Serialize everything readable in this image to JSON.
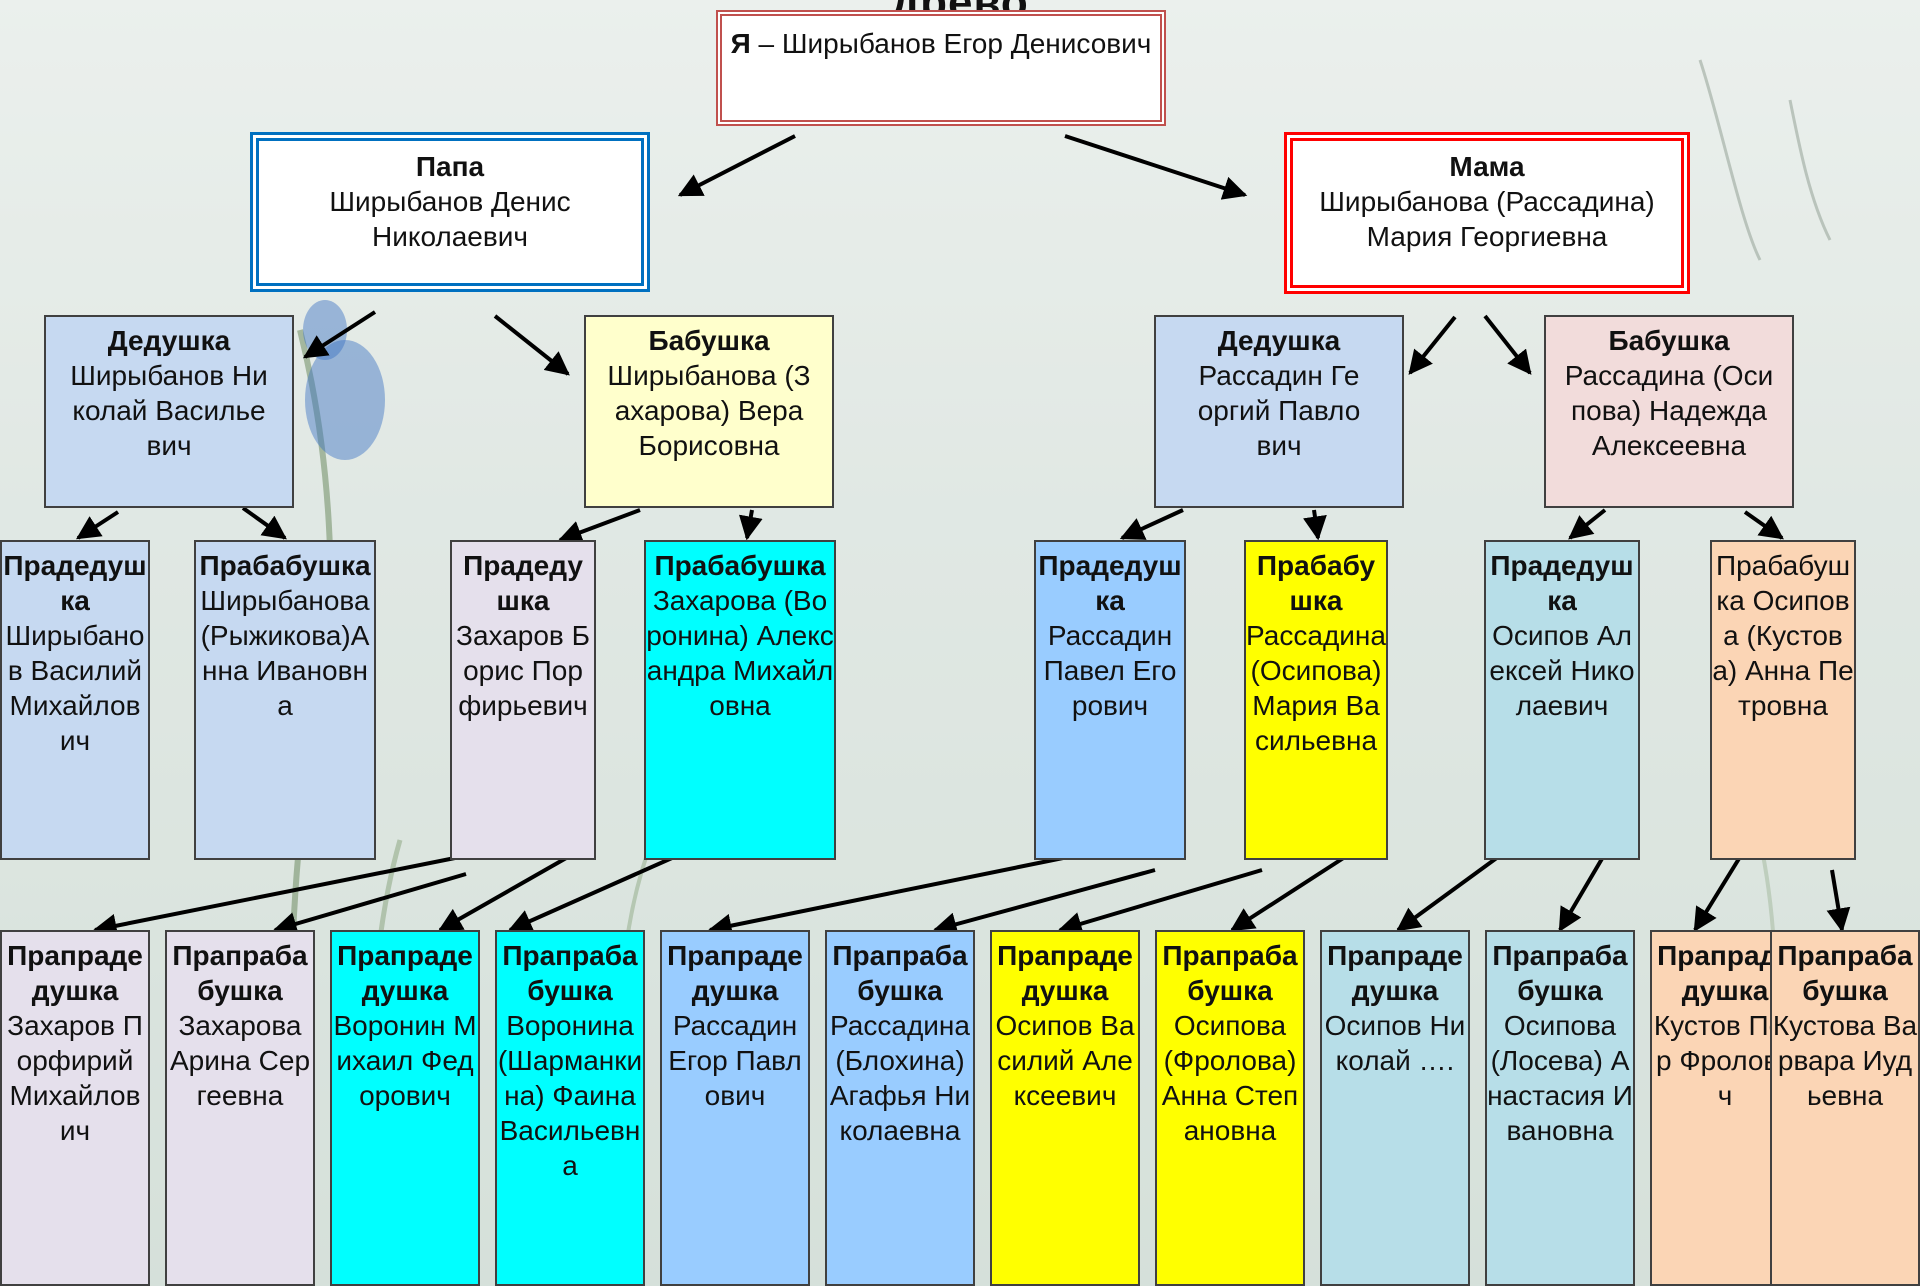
{
  "header": {
    "title_partial": "древо"
  },
  "colors": {
    "self_border": "#c0504d",
    "papa_border": "#0070c0",
    "mama_border": "#ff0000",
    "blue_light": "#c6d9f1",
    "yellow_light": "#ffffcc",
    "pink_light": "#f2dcdb",
    "lavender": "#e5e0ec",
    "cyan": "#00ffff",
    "sky": "#99ccff",
    "yellow": "#ffff00",
    "teal_light": "#b7dee8",
    "peach": "#fbd5b5"
  },
  "self": {
    "title": "Я",
    "rest": " – Ширыбанов Егор Денисович"
  },
  "papa": {
    "title": "Папа",
    "name": "Ширыбанов Денис Николаевич"
  },
  "mama": {
    "title": "Мама",
    "name": "Ширыбанова (Рассадина) Мария Георгиевна"
  },
  "gen3": [
    {
      "title": "Дедушка",
      "name": "Ширыбанов Николай Васильевич"
    },
    {
      "title": "Бабушка",
      "name": "Ширыбанова (Захарова) Вера Борисовна"
    },
    {
      "title": "Дедушка",
      "name": "Рассадин Георгий Павлович"
    },
    {
      "title": "Бабушка",
      "name": "Рассадина (Осипова) Надежда Алексеевна"
    }
  ],
  "gen4": [
    {
      "title": "Прадедушка",
      "name": "Ширыбанов Василий Михайлович"
    },
    {
      "title": "Прабабушка",
      "name": "Ширыбанова (Рыжикова)Анна Ивановна"
    },
    {
      "title": "Прадедушка",
      "name": "Захаров Борис Порфирьевич"
    },
    {
      "title": "Прабабушка",
      "name": "Захарова (Воронина) Александра Михайловна"
    },
    {
      "title": "Прадедушка",
      "name": "Рассадин Павел Егорович"
    },
    {
      "title": "Прабабушка",
      "name": "Рассадина (Осипова) Мария Васильевна"
    },
    {
      "title": "Прадедушка",
      "name": "Осипов Алексей Николаевич"
    },
    {
      "title": "",
      "name": "Прабабушка Осипова (Кустова) Анна Петровна"
    }
  ],
  "gen5": [
    {
      "title": "Прапрадедушка",
      "name": "Захаров Порфирий Михайлович"
    },
    {
      "title": "Прапрабабушка",
      "name": "Захарова Арина Сергеевна"
    },
    {
      "title": "Прапрадедушка",
      "name": "Воронин Михаил Федорович"
    },
    {
      "title": "Прапрабабушка",
      "name": "Воронина (Шарманкина) Фаина Васильевна"
    },
    {
      "title": "Прапрадедушка",
      "name": "Рассадин Егор Павлович"
    },
    {
      "title": "Прапрабабушка",
      "name": "Рассадина (Блохина) Агафья Николаевна"
    },
    {
      "title": "Прапрадедушка",
      "name": "Осипов Василий Алексеевич"
    },
    {
      "title": "Прапрабабушка",
      "name": "Осипова (Фролова) Анна Степановна"
    },
    {
      "title": "Прапрадедушка",
      "name": "Осипов Николай …."
    },
    {
      "title": "Прапрабабушка",
      "name": "Осипова (Лосева) Анастасия Ивановна"
    },
    {
      "title": "Прапрадедушка",
      "name": "Кустов Петр Фролович"
    },
    {
      "title": "Прапрабабушка",
      "name": "Кустова Варвара Иудьевна"
    }
  ]
}
